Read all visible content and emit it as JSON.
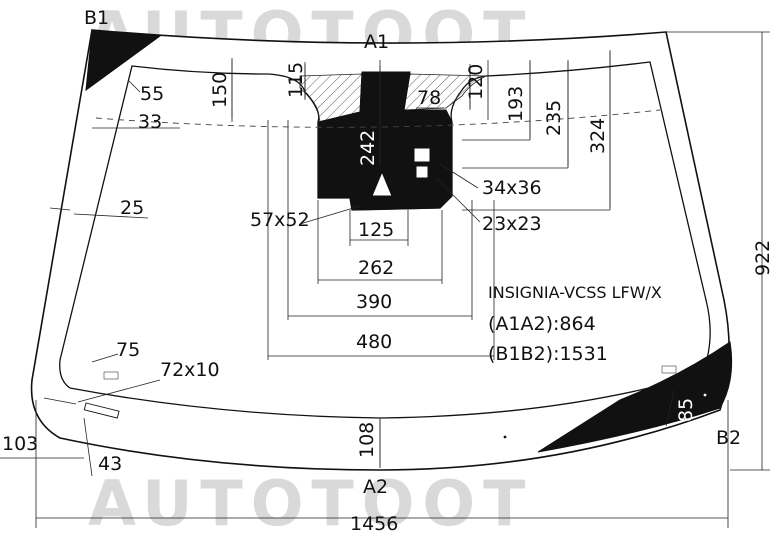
{
  "watermark": "AUTOTOOT",
  "corners": {
    "b1": "B1",
    "b2": "B2",
    "a1": "A1",
    "a2": "A2"
  },
  "dimensions": {
    "d55": "55",
    "d150": "150",
    "d115": "115",
    "d120": "120",
    "d78": "78",
    "d193": "193",
    "d235": "235",
    "d324": "324",
    "d33": "33",
    "d242": "242",
    "d34x36": "34x36",
    "d25": "25",
    "d57x52": "57x52",
    "d125": "125",
    "d23x23": "23x23",
    "d262": "262",
    "d390": "390",
    "d480": "480",
    "d75": "75",
    "d72x10": "72x10",
    "d85": "85",
    "d103": "103",
    "d108": "108",
    "d43": "43",
    "d1456": "1456",
    "d922": "922"
  },
  "info": {
    "model": "INSIGNIA-VCSS LFW/X",
    "a1a2": "(A1A2):864",
    "b1b2": "(B1B2):1531"
  },
  "colors": {
    "ink": "#111111",
    "watermark": "#d9d9d9",
    "background": "#ffffff"
  }
}
